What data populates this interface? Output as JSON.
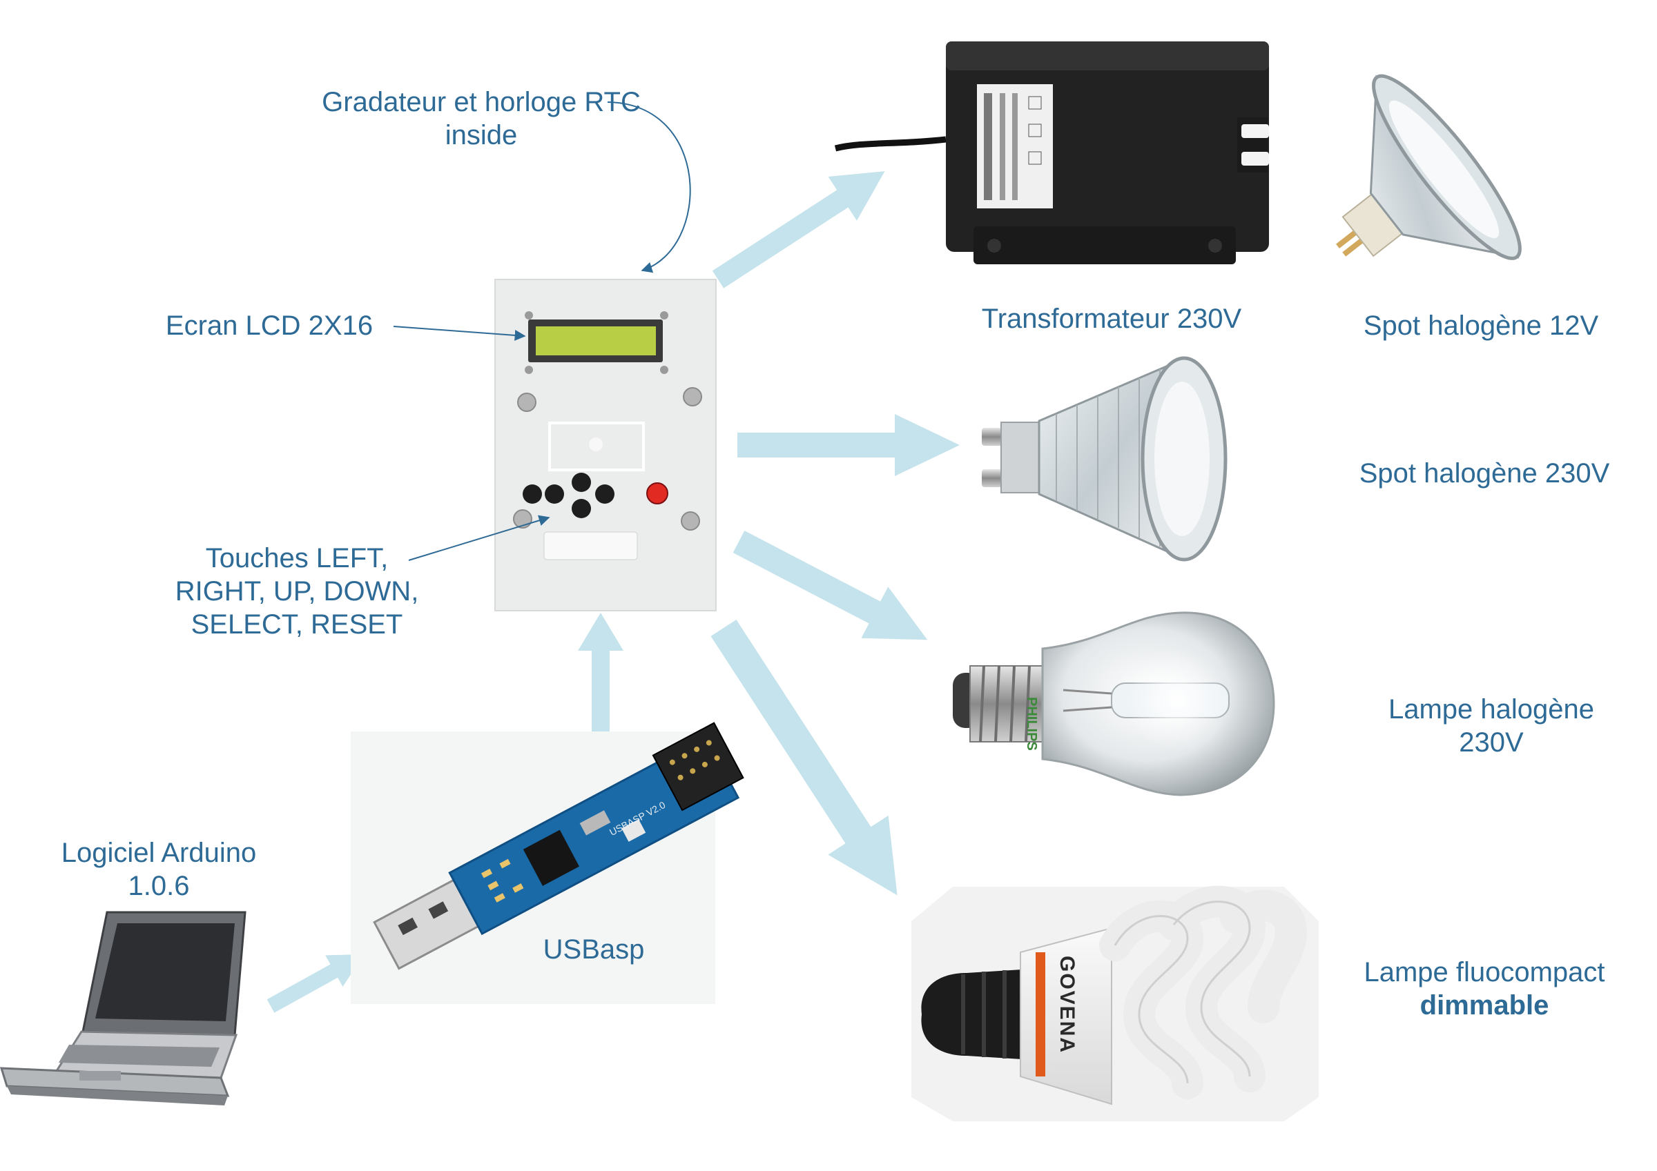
{
  "colors": {
    "label": "#2e6a96",
    "arrow": "#c5e3ec",
    "pointer": "#2e6a96",
    "lcd": "#b8cf45",
    "panel": "#ebecec",
    "reset": "#e02a22",
    "pcb": "#1a6aa8"
  },
  "labels": {
    "gradateur_line1": "Gradateur et horloge RTC",
    "gradateur_line2": "inside",
    "ecran": "Ecran LCD 2X16",
    "touches_line1": "Touches LEFT,",
    "touches_line2": "RIGHT, UP, DOWN,",
    "touches_line3": "SELECT, RESET",
    "logiciel_line1": "Logiciel Arduino",
    "logiciel_line2": "1.0.6",
    "usbasp": "USBasp",
    "transformateur": "Transformateur 230V",
    "spot12": "Spot halogène 12V",
    "spot230": "Spot halogène 230V",
    "lampe_halo_line1": "Lampe halogène",
    "lampe_halo_line2": "230V",
    "fluo_line1": "Lampe fluocompact",
    "fluo_line2": "dimmable"
  },
  "product_text": {
    "philips": "PHILIPS",
    "govena": "GOVENA",
    "usbasp_pcb": "USBASP V2.0"
  }
}
